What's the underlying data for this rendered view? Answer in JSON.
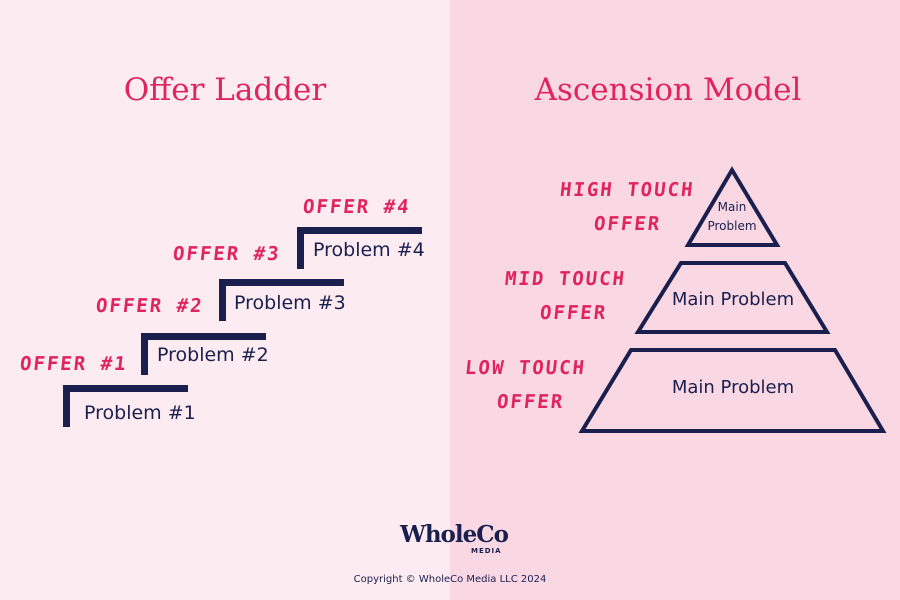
{
  "left": {
    "title": "Offer Ladder",
    "steps": [
      {
        "offer": "OFFER #1",
        "problem": "Problem #1"
      },
      {
        "offer": "OFFER #2",
        "problem": "Problem #2"
      },
      {
        "offer": "OFFER #3",
        "problem": "Problem #3"
      },
      {
        "offer": "OFFER #4",
        "problem": "Problem #4"
      }
    ]
  },
  "right": {
    "title": "Ascension Model",
    "tiers": [
      {
        "label1": "HIGH TOUCH",
        "label2": "OFFER",
        "text": "Main Problem"
      },
      {
        "label1": "MID TOUCH",
        "label2": "OFFER",
        "text": "Main Problem"
      },
      {
        "label1": "LOW TOUCH",
        "label2": "OFFER",
        "text": "Main Problem"
      }
    ]
  },
  "footer": {
    "logo": "WholeCo",
    "logo_sub": "MEDIA",
    "copyright": "Copyright © WholeCo Media LLC 2024"
  },
  "colors": {
    "pink": "#e0245e",
    "navy": "#1a1f4e"
  }
}
